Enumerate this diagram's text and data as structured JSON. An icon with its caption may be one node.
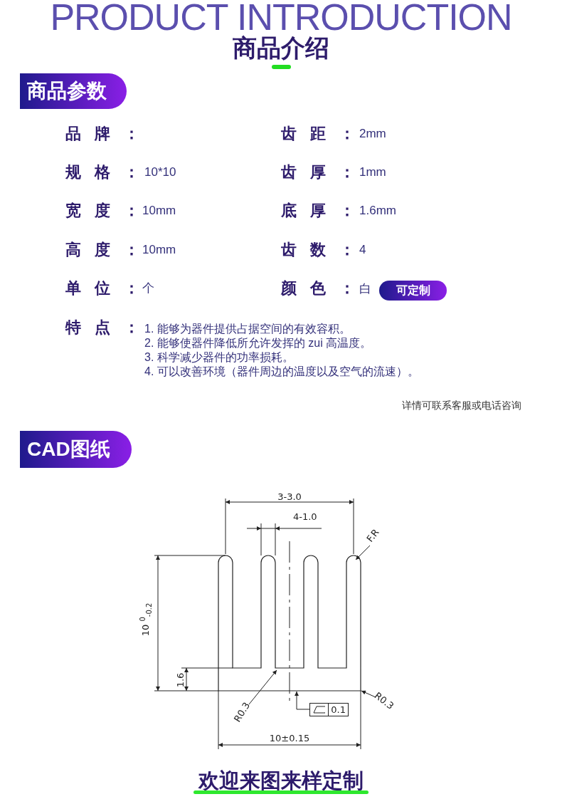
{
  "diagram": {
    "title": "商品介绍",
    "nodes": [
      {
        "text": [
          "商品参数"
        ]
      },
      {
        "text": [
          "可定制"
        ]
      },
      {
        "text": [
          "CAD图纸"
        ]
      },
      {
        "text": [
          "F.R"
        ]
      },
      {
        "text": [],
        "shape": "picture"
      },
      {
        "text": [
          "R0.3"
        ]
      },
      {
        "text": [
          "0.1"
        ]
      },
      {
        "text": [
          "R0.3"
        ]
      }
    ],
    "edges": [
      {
        "from": 3,
        "to": 4,
        "arrow": "to"
      },
      {
        "from": 5,
        "to": 4,
        "arrow": "to"
      },
      {
        "from": 6,
        "to": 4,
        "arrow": "to"
      },
      {
        "from": 7,
        "to": 4,
        "arrow": "to"
      }
    ],
    "labels": [
      "PRODUCT INTRODUCTION",
      "品牌：",
      "齿距：",
      "2mm",
      "规格：",
      "10*10",
      "齿厚：",
      "1mm",
      "宽度：",
      "10mm",
      "底厚：",
      "1.6mm",
      "高度：",
      "10mm",
      "齿数：",
      "4",
      "单位：",
      "个",
      "颜色：",
      "白",
      "特点：",
      "1. 能够为器件提供占据空间的有效容积。",
      "2. 能够使器件降低所允许发挥的 zui 高温度。",
      "3. 科学减少器件的功率损耗。",
      "4. 可以改善环境（器件周边的温度以及空气的流速）。",
      "详情可联系客服或电话咨询",
      "3-3.0",
      "4-1.0",
      "10 $^{0}$$_{-0.2}$",
      "1.6",
      "10±0.15",
      "欢迎来图来样定制"
    ]
  }
}
